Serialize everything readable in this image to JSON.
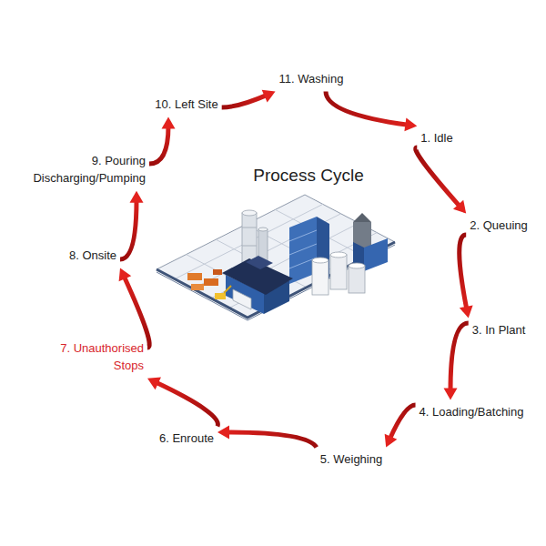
{
  "diagram": {
    "title": "Process Cycle",
    "nodes": [
      {
        "text": [
          "1. Idle"
        ]
      },
      {
        "text": [
          "2. Queuing"
        ]
      },
      {
        "text": [
          "3. In Plant"
        ]
      },
      {
        "text": [
          "4. Loading/Batching"
        ]
      },
      {
        "text": [
          "5. Weighing"
        ]
      },
      {
        "text": [
          "6. Enroute"
        ]
      },
      {
        "text": [
          "7. Unauthorised Stops"
        ]
      },
      {
        "text": [
          "8. Onsite"
        ]
      },
      {
        "text": [
          "9. Pouring Discharging/Pumping"
        ]
      },
      {
        "text": [
          "10. Left Site"
        ]
      },
      {
        "text": [
          "11. Washing"
        ]
      }
    ],
    "edges": [
      {
        "from": 0,
        "to": 1,
        "arrow": "to"
      },
      {
        "from": 1,
        "to": 2,
        "arrow": "to"
      },
      {
        "from": 2,
        "to": 3,
        "arrow": "to"
      },
      {
        "from": 3,
        "to": 4,
        "arrow": "to"
      },
      {
        "from": 4,
        "to": 5,
        "arrow": "to"
      },
      {
        "from": 5,
        "to": 6,
        "arrow": "to"
      },
      {
        "from": 6,
        "to": 7,
        "arrow": "to"
      },
      {
        "from": 7,
        "to": 8,
        "arrow": "to"
      },
      {
        "from": 8,
        "to": 9,
        "arrow": "to"
      },
      {
        "from": 9,
        "to": 10,
        "arrow": "to"
      },
      {
        "from": 10,
        "to": 0,
        "arrow": "to"
      }
    ]
  }
}
